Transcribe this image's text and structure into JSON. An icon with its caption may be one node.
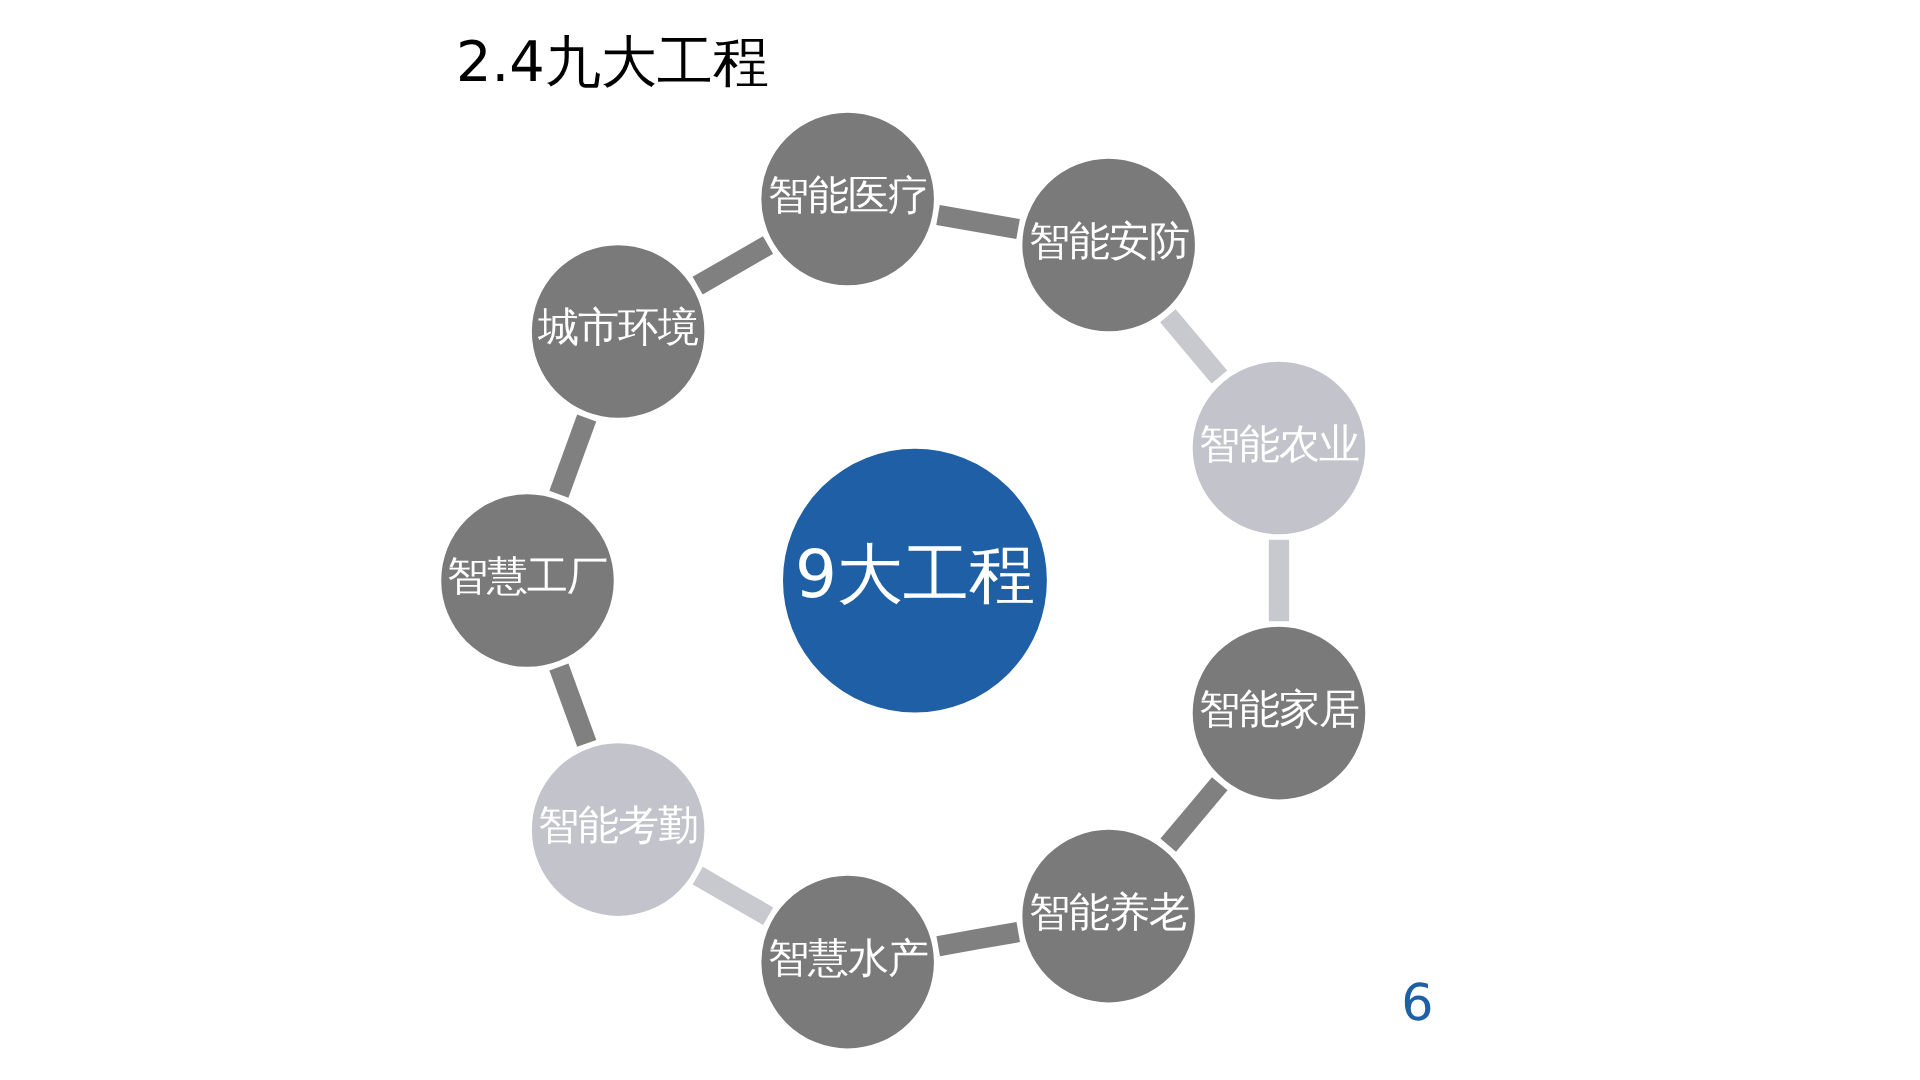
{
  "diagram": {
    "title": "2.4九大工程",
    "nodes": [
      {
        "text": [
          "9大工程"
        ]
      },
      {
        "text": [
          "智能农业"
        ]
      },
      {
        "text": [
          "智能安防"
        ]
      },
      {
        "text": [
          "智能医疗"
        ]
      },
      {
        "text": [
          "城市环境"
        ]
      },
      {
        "text": [
          "智慧工厂"
        ]
      },
      {
        "text": [
          "智能考勤"
        ]
      },
      {
        "text": [
          "智慧水产"
        ]
      },
      {
        "text": [
          "智能养老"
        ]
      },
      {
        "text": [
          "智能家居"
        ]
      }
    ],
    "edges": [
      {
        "from": 1,
        "to": 2,
        "arrow": "none",
        "color": "#c8c9cf"
      },
      {
        "from": 2,
        "to": 3,
        "arrow": "none"
      },
      {
        "from": 3,
        "to": 4,
        "arrow": "none"
      },
      {
        "from": 4,
        "to": 5,
        "arrow": "none"
      },
      {
        "from": 5,
        "to": 6,
        "arrow": "none"
      },
      {
        "from": 6,
        "to": 7,
        "arrow": "none",
        "color": "#c8c9cf"
      },
      {
        "from": 7,
        "to": 8,
        "arrow": "none"
      },
      {
        "from": 8,
        "to": 9,
        "arrow": "none"
      },
      {
        "from": 9,
        "to": 1,
        "arrow": "none",
        "color": "#c8c9cf"
      }
    ],
    "labels": [
      "6"
    ]
  }
}
